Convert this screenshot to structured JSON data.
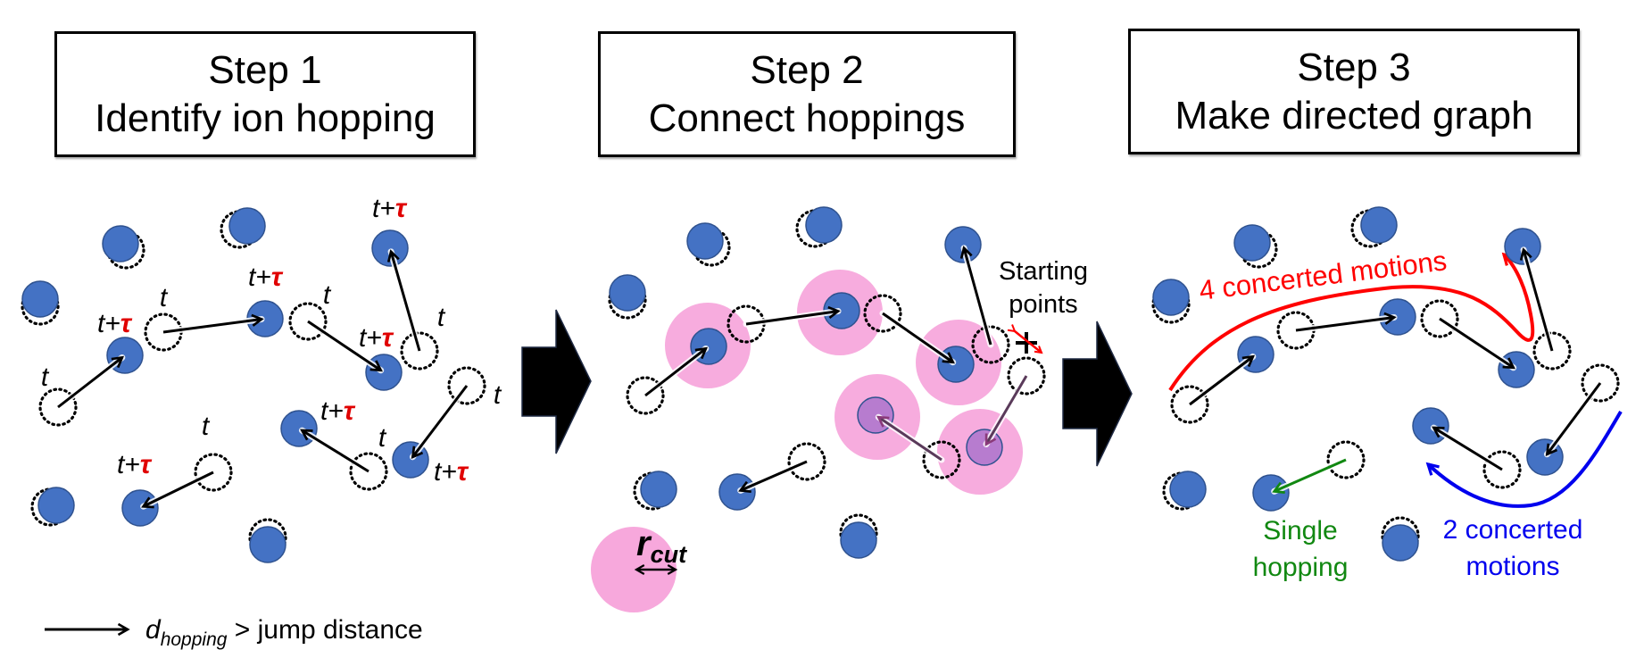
{
  "steps": [
    {
      "number_label": "Step 1",
      "description": "Identify ion hopping"
    },
    {
      "number_label": "Step 2",
      "description": "Connect hoppings"
    },
    {
      "number_label": "Step 3",
      "description": "Make directed graph"
    }
  ],
  "labels": {
    "time_t": "t",
    "time_plus": "t+",
    "tau": "τ"
  },
  "legend": {
    "d_symbol": "d",
    "d_subscript": "hopping",
    "relation": " > jump distance"
  },
  "step2": {
    "starting_points_line1": "Starting",
    "starting_points_line2": "points",
    "rcut_symbol": "r",
    "rcut_subscript": "cut"
  },
  "step3": {
    "red_path_label": "4 concerted motions",
    "single_line1": "Single",
    "single_line2": "hopping",
    "blue_path_line1": "2 concerted",
    "blue_path_line2": "motions"
  },
  "colors": {
    "ion_blue": "#4472c4",
    "ion_outline": "#2f528f",
    "cutoff_pink": "#f7a8dc",
    "connected_purple": "#b77ccf",
    "tau_red": "#e00000",
    "concerted_red": "#ff0000",
    "concerted_blue": "#0000ee",
    "single_green": "#118811"
  }
}
